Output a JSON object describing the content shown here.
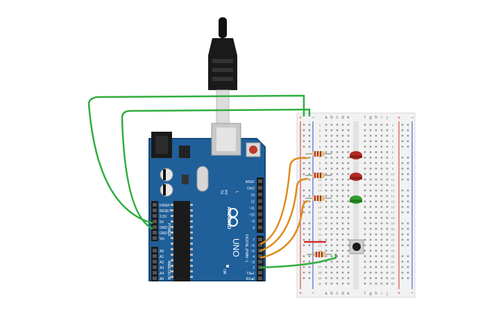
{
  "colors": {
    "board": "#1f5f9a",
    "board_dark": "#174a7a",
    "silk": "#ffffff",
    "header": "#1b1b1b",
    "breadboard": "#f2f2f2",
    "rail_red": "#d42a2a",
    "rail_blue": "#2a4fd4",
    "wire_green": "#2fae3e",
    "wire_orange": "#e08a1a",
    "led_red": "#b52a22",
    "led_green": "#2e9e2a"
  },
  "board": {
    "brand": "ARDUINO",
    "model": "UNO",
    "digital_label": "DIGITAL (PWM ~)",
    "power_label": "POWER",
    "analog_label": "ANALOG IN",
    "on_label": "ON",
    "tx_label": "TX",
    "rx_label": "RX",
    "l_label": "L",
    "power_pins": [
      "IOREF",
      "RESET",
      "3.3V",
      "5V",
      "GND",
      "GND",
      "Vin"
    ],
    "analog_pins": [
      "A0",
      "A1",
      "A2",
      "A3",
      "A4",
      "A5"
    ],
    "digital_top_pins": [
      "AREF",
      "GND",
      "13",
      "12",
      "~11",
      "~10",
      "~9",
      "8"
    ],
    "digital_bottom_pins": [
      "7",
      "~6",
      "~5",
      "4",
      "~3",
      "2",
      "TX▸1",
      "RX◂0"
    ]
  },
  "breadboard": {
    "cols_left": [
      "a",
      "b",
      "c",
      "d",
      "e"
    ],
    "cols_right": [
      "f",
      "g",
      "h",
      "i",
      "j"
    ],
    "rows": 30,
    "rail_plus": "+",
    "rail_minus": "−"
  },
  "components": {
    "usb_cable": "usb-cable",
    "leds": [
      "red",
      "red",
      "green"
    ],
    "button": "push-button"
  }
}
